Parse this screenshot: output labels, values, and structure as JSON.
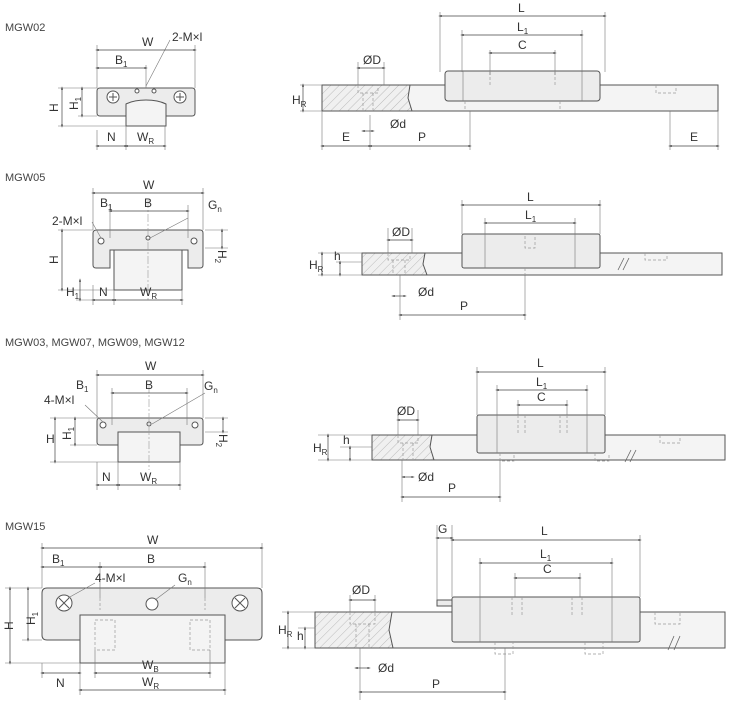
{
  "sections": [
    {
      "title": "MGW02",
      "labels": {
        "W": {
          "t": "W"
        },
        "B1": {
          "t": "B",
          "s": "1"
        },
        "M": {
          "t": "2-M×l"
        },
        "H": {
          "t": "H"
        },
        "H1": {
          "t": "H",
          "s": "1"
        },
        "N": {
          "t": "N"
        },
        "WR": {
          "t": "W",
          "s": "R"
        },
        "L": {
          "t": "L"
        },
        "L1": {
          "t": "L",
          "s": "1"
        },
        "C": {
          "t": "C"
        },
        "OD": {
          "t": "ØD"
        },
        "HR": {
          "t": "H",
          "s": "R"
        },
        "Od": {
          "t": "Ød"
        },
        "E": {
          "t": "E"
        },
        "P": {
          "t": "P"
        }
      }
    },
    {
      "title": "MGW05",
      "labels": {
        "W": {
          "t": "W"
        },
        "B1": {
          "t": "B",
          "s": "1"
        },
        "B": {
          "t": "B"
        },
        "Gn": {
          "t": "G",
          "s": "n"
        },
        "M": {
          "t": "2-M×l"
        },
        "H": {
          "t": "H"
        },
        "H1": {
          "t": "H",
          "s": "1"
        },
        "H2": {
          "t": "H",
          "s": "2"
        },
        "N": {
          "t": "N"
        },
        "WR": {
          "t": "W",
          "s": "R"
        },
        "L": {
          "t": "L"
        },
        "L1": {
          "t": "L",
          "s": "1"
        },
        "OD": {
          "t": "ØD"
        },
        "HR": {
          "t": "H",
          "s": "R"
        },
        "h": {
          "t": "h"
        },
        "Od": {
          "t": "Ød"
        },
        "P": {
          "t": "P"
        }
      }
    },
    {
      "title": "MGW03, MGW07, MGW09, MGW12",
      "labels": {
        "W": {
          "t": "W"
        },
        "B1": {
          "t": "B",
          "s": "1"
        },
        "B": {
          "t": "B"
        },
        "Gn": {
          "t": "G",
          "s": "n"
        },
        "M": {
          "t": "4-M×l"
        },
        "H": {
          "t": "H"
        },
        "H1": {
          "t": "H",
          "s": "1"
        },
        "H2": {
          "t": "H",
          "s": "2"
        },
        "N": {
          "t": "N"
        },
        "WR": {
          "t": "W",
          "s": "R"
        },
        "L": {
          "t": "L"
        },
        "L1": {
          "t": "L",
          "s": "1"
        },
        "C": {
          "t": "C"
        },
        "OD": {
          "t": "ØD"
        },
        "HR": {
          "t": "H",
          "s": "R"
        },
        "h": {
          "t": "h"
        },
        "Od": {
          "t": "Ød"
        },
        "P": {
          "t": "P"
        }
      }
    },
    {
      "title": "MGW15",
      "labels": {
        "W": {
          "t": "W"
        },
        "B1": {
          "t": "B",
          "s": "1"
        },
        "B": {
          "t": "B"
        },
        "Gn": {
          "t": "G",
          "s": "n"
        },
        "M": {
          "t": "4-M×l"
        },
        "H": {
          "t": "H"
        },
        "H1": {
          "t": "H",
          "s": "1"
        },
        "N": {
          "t": "N"
        },
        "WB": {
          "t": "W",
          "s": "B"
        },
        "WR": {
          "t": "W",
          "s": "R"
        },
        "G": {
          "t": "G"
        },
        "L": {
          "t": "L"
        },
        "L1": {
          "t": "L",
          "s": "1"
        },
        "C": {
          "t": "C"
        },
        "OD": {
          "t": "ØD"
        },
        "HR": {
          "t": "H",
          "s": "R"
        },
        "h": {
          "t": "h"
        },
        "Od": {
          "t": "Ød"
        },
        "P": {
          "t": "P"
        }
      }
    }
  ]
}
